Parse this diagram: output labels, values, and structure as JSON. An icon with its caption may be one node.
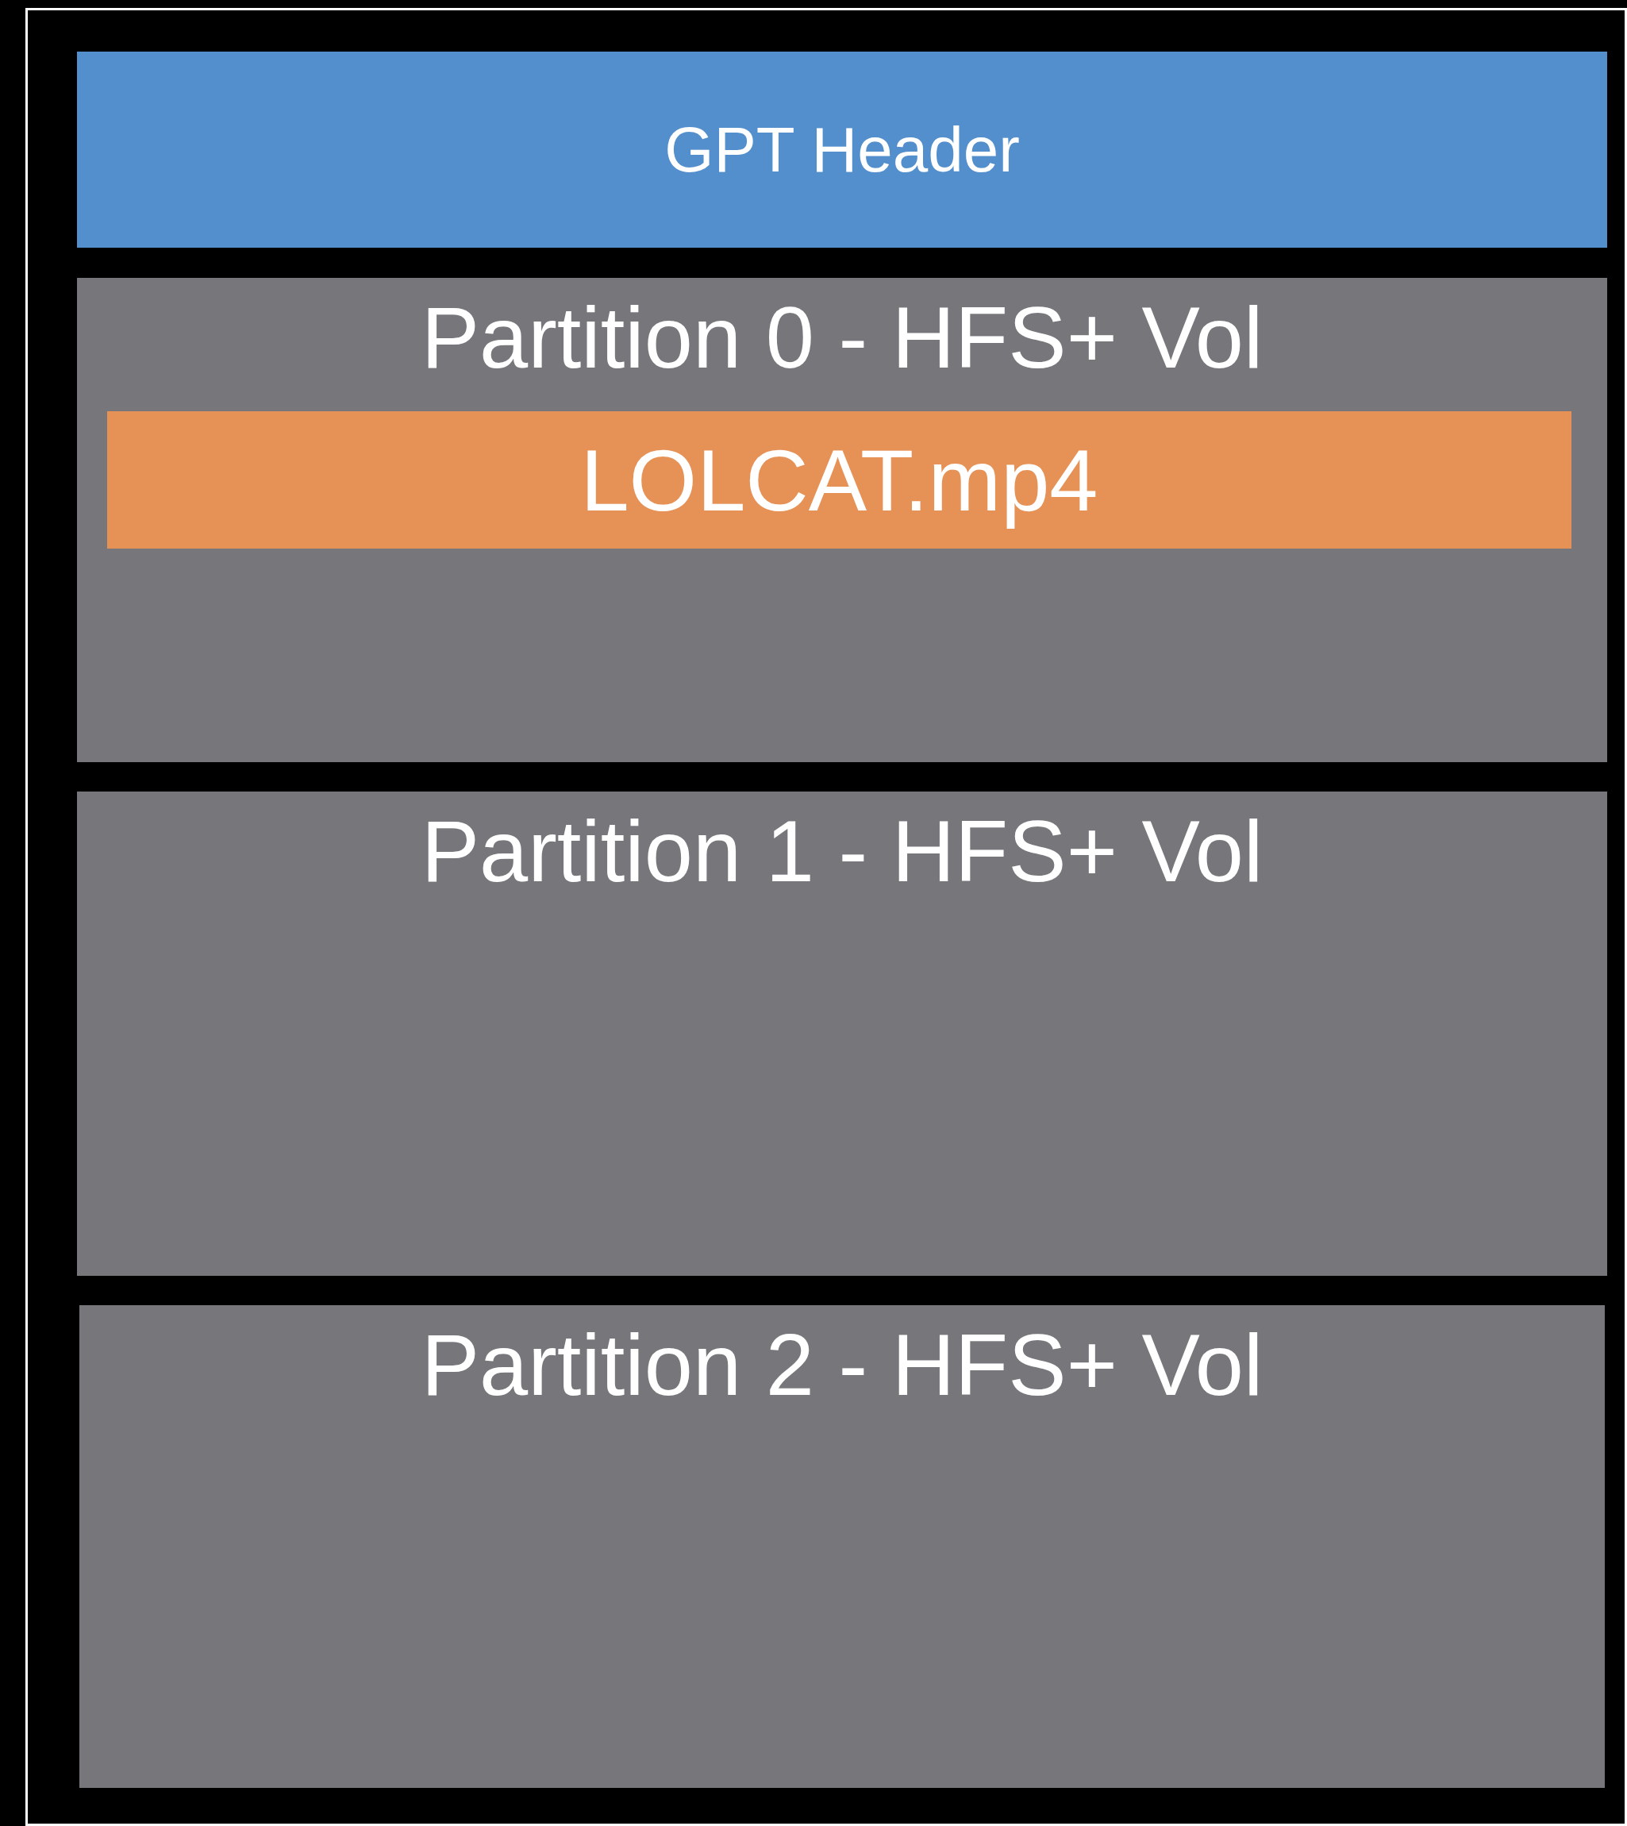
{
  "diagram": {
    "nodes": [
      {
        "text": [],
        "shape": "box"
      },
      {
        "text": [
          "GPT Header"
        ],
        "in": 0
      },
      {
        "text": [
          "Partition 0 - HFS+ Vol"
        ],
        "in": 0
      },
      {
        "text": [
          "LOLCAT.mp4"
        ],
        "in": 2
      },
      {
        "text": [
          "Partition 1 - HFS+ Vol"
        ],
        "in": 0
      },
      {
        "text": [
          "Partition 2 - HFS+ Vol"
        ],
        "in": 0
      }
    ]
  }
}
